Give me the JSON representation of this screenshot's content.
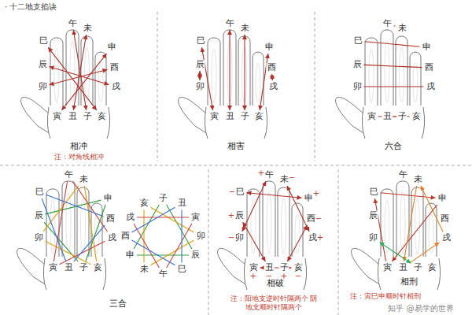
{
  "diagram": {
    "title": "· 十二地支掐诀",
    "nodes": [
      {
        "text": [
          "巳"
        ]
      },
      {
        "text": [
          "午"
        ]
      },
      {
        "text": [
          "未"
        ]
      },
      {
        "text": [
          "申"
        ]
      },
      {
        "text": [
          "辰"
        ]
      },
      {
        "text": [
          "酉"
        ]
      },
      {
        "text": [
          "卯"
        ]
      },
      {
        "text": [
          "戌"
        ]
      },
      {
        "text": [
          "寅"
        ]
      },
      {
        "text": [
          "丑"
        ]
      },
      {
        "text": [
          "子"
        ]
      },
      {
        "text": [
          "亥"
        ]
      },
      {
        "text": [
          "巳"
        ]
      },
      {
        "text": [
          "午"
        ]
      },
      {
        "text": [
          "未"
        ]
      },
      {
        "text": [
          "申"
        ]
      },
      {
        "text": [
          "辰"
        ]
      },
      {
        "text": [
          "酉"
        ]
      },
      {
        "text": [
          "卯"
        ]
      },
      {
        "text": [
          "戌"
        ]
      },
      {
        "text": [
          "寅"
        ]
      },
      {
        "text": [
          "丑"
        ]
      },
      {
        "text": [
          "子"
        ]
      },
      {
        "text": [
          "亥"
        ]
      },
      {
        "text": [
          "巳"
        ]
      },
      {
        "text": [
          "午"
        ]
      },
      {
        "text": [
          "未"
        ]
      },
      {
        "text": [
          "申"
        ]
      },
      {
        "text": [
          "辰"
        ]
      },
      {
        "text": [
          "酉"
        ]
      },
      {
        "text": [
          "卯"
        ]
      },
      {
        "text": [
          "戌"
        ]
      },
      {
        "text": [
          "寅"
        ]
      },
      {
        "text": [
          "丑"
        ]
      },
      {
        "text": [
          "子"
        ]
      },
      {
        "text": [
          "亥"
        ]
      },
      {
        "text": [
          "巳"
        ]
      },
      {
        "text": [
          "午"
        ]
      },
      {
        "text": [
          "未"
        ]
      },
      {
        "text": [
          "申"
        ]
      },
      {
        "text": [
          "辰"
        ]
      },
      {
        "text": [
          "酉"
        ]
      },
      {
        "text": [
          "卯"
        ]
      },
      {
        "text": [
          "戌"
        ]
      },
      {
        "text": [
          "寅"
        ]
      },
      {
        "text": [
          "丑"
        ]
      },
      {
        "text": [
          "子"
        ]
      },
      {
        "text": [
          "亥"
        ]
      },
      {
        "text": [
          "子"
        ]
      },
      {
        "text": [
          "丑"
        ]
      },
      {
        "text": [
          "寅"
        ]
      },
      {
        "text": [
          "卯"
        ]
      },
      {
        "text": [
          "辰"
        ]
      },
      {
        "text": [
          "巳"
        ]
      },
      {
        "text": [
          "午"
        ]
      },
      {
        "text": [
          "未"
        ]
      },
      {
        "text": [
          "申"
        ]
      },
      {
        "text": [
          "酉"
        ]
      },
      {
        "text": [
          "戌"
        ]
      },
      {
        "text": [
          "亥"
        ]
      },
      {
        "text": [
          "巳"
        ]
      },
      {
        "text": [
          "午"
        ]
      },
      {
        "text": [
          "未"
        ]
      },
      {
        "text": [
          "申"
        ]
      },
      {
        "text": [
          "辰"
        ]
      },
      {
        "text": [
          "酉"
        ]
      },
      {
        "text": [
          "卯"
        ]
      },
      {
        "text": [
          "戌"
        ]
      },
      {
        "text": [
          "寅"
        ]
      },
      {
        "text": [
          "丑"
        ]
      },
      {
        "text": [
          "子"
        ]
      },
      {
        "text": [
          "亥"
        ]
      },
      {
        "text": [
          "巳"
        ]
      },
      {
        "text": [
          "午"
        ]
      },
      {
        "text": [
          "未"
        ]
      },
      {
        "text": [
          "申"
        ]
      },
      {
        "text": [
          "辰"
        ]
      },
      {
        "text": [
          "酉"
        ]
      },
      {
        "text": [
          "卯"
        ]
      },
      {
        "text": [
          "戌"
        ]
      },
      {
        "text": [
          "寅"
        ]
      },
      {
        "text": [
          "丑"
        ]
      },
      {
        "text": [
          "子"
        ]
      },
      {
        "text": [
          "亥"
        ]
      }
    ],
    "edges": [
      {
        "from": 10,
        "to": 1,
        "arrow": "both"
      },
      {
        "from": 9,
        "to": 2,
        "arrow": "both"
      },
      {
        "from": 8,
        "to": 3,
        "arrow": "both"
      },
      {
        "from": 6,
        "to": 5,
        "arrow": "both"
      },
      {
        "from": 4,
        "to": 7,
        "arrow": "both"
      },
      {
        "from": 0,
        "to": 11,
        "arrow": "both"
      },
      {
        "from": 22,
        "to": 14,
        "arrow": "both"
      },
      {
        "from": 21,
        "to": 13,
        "arrow": "both"
      },
      {
        "from": 20,
        "to": 12,
        "arrow": "both"
      },
      {
        "from": 18,
        "to": 16,
        "arrow": "both"
      },
      {
        "from": 15,
        "to": 23,
        "arrow": "both"
      },
      {
        "from": 17,
        "to": 19,
        "arrow": "both"
      },
      {
        "from": 34,
        "to": 33,
        "arrow": "none"
      },
      {
        "from": 32,
        "to": 35,
        "arrow": "none"
      },
      {
        "from": 30,
        "to": 31,
        "arrow": "none"
      },
      {
        "from": 28,
        "to": 29,
        "arrow": "none"
      },
      {
        "from": 24,
        "to": 27,
        "arrow": "none"
      },
      {
        "from": 25,
        "to": 26,
        "arrow": "none"
      },
      {
        "from": 39,
        "to": 46,
        "arrow": "none"
      },
      {
        "from": 46,
        "to": 40,
        "arrow": "none"
      },
      {
        "from": 40,
        "to": 39,
        "arrow": "none"
      },
      {
        "from": 47,
        "to": 42,
        "arrow": "none"
      },
      {
        "from": 42,
        "to": 38,
        "arrow": "none"
      },
      {
        "from": 38,
        "to": 47,
        "arrow": "none"
      },
      {
        "from": 44,
        "to": 37,
        "arrow": "none"
      },
      {
        "from": 37,
        "to": 43,
        "arrow": "none"
      },
      {
        "from": 43,
        "to": 44,
        "arrow": "none"
      },
      {
        "from": 36,
        "to": 41,
        "arrow": "none"
      },
      {
        "from": 41,
        "to": 45,
        "arrow": "none"
      },
      {
        "from": 45,
        "to": 36,
        "arrow": "none"
      },
      {
        "from": 56,
        "to": 48,
        "arrow": "none"
      },
      {
        "from": 48,
        "to": 52,
        "arrow": "none"
      },
      {
        "from": 52,
        "to": 56,
        "arrow": "none"
      },
      {
        "from": 59,
        "to": 51,
        "arrow": "none"
      },
      {
        "from": 51,
        "to": 55,
        "arrow": "none"
      },
      {
        "from": 55,
        "to": 59,
        "arrow": "none"
      },
      {
        "from": 50,
        "to": 54,
        "arrow": "none"
      },
      {
        "from": 54,
        "to": 58,
        "arrow": "none"
      },
      {
        "from": 58,
        "to": 50,
        "arrow": "none"
      },
      {
        "from": 53,
        "to": 57,
        "arrow": "none"
      },
      {
        "from": 57,
        "to": 49,
        "arrow": "none"
      },
      {
        "from": 49,
        "to": 53,
        "arrow": "none"
      },
      {
        "from": 70,
        "to": 65,
        "arrow": "both"
      },
      {
        "from": 66,
        "to": 61,
        "arrow": "both"
      },
      {
        "from": 64,
        "to": 69,
        "arrow": "both"
      },
      {
        "from": 62,
        "to": 67,
        "arrow": "both"
      },
      {
        "from": 68,
        "to": 71,
        "arrow": "both"
      },
      {
        "from": 60,
        "to": 63,
        "arrow": "both"
      },
      {
        "from": 80,
        "to": 72,
        "arrow": "to"
      },
      {
        "from": 72,
        "to": 75,
        "arrow": "to"
      },
      {
        "from": 75,
        "to": 80,
        "arrow": "to"
      },
      {
        "from": 81,
        "to": 79,
        "arrow": "to"
      },
      {
        "from": 79,
        "to": 74,
        "arrow": "to"
      },
      {
        "from": 74,
        "to": 81,
        "arrow": "to"
      },
      {
        "from": 82,
        "to": 78,
        "arrow": "both"
      }
    ],
    "labels": [
      "相冲",
      "注：对角线相冲",
      "相害",
      "六合",
      "三合",
      "相破",
      "−",
      "+",
      "−",
      "+",
      "+",
      "−",
      "−",
      "+",
      "+",
      "−",
      "+",
      "−",
      "注：阳地支逆时针隔两个 阴地支顺时针隔两个",
      "相刑",
      "注：寅巳申顺时针相刑",
      "知乎 @易学的世界"
    ]
  }
}
